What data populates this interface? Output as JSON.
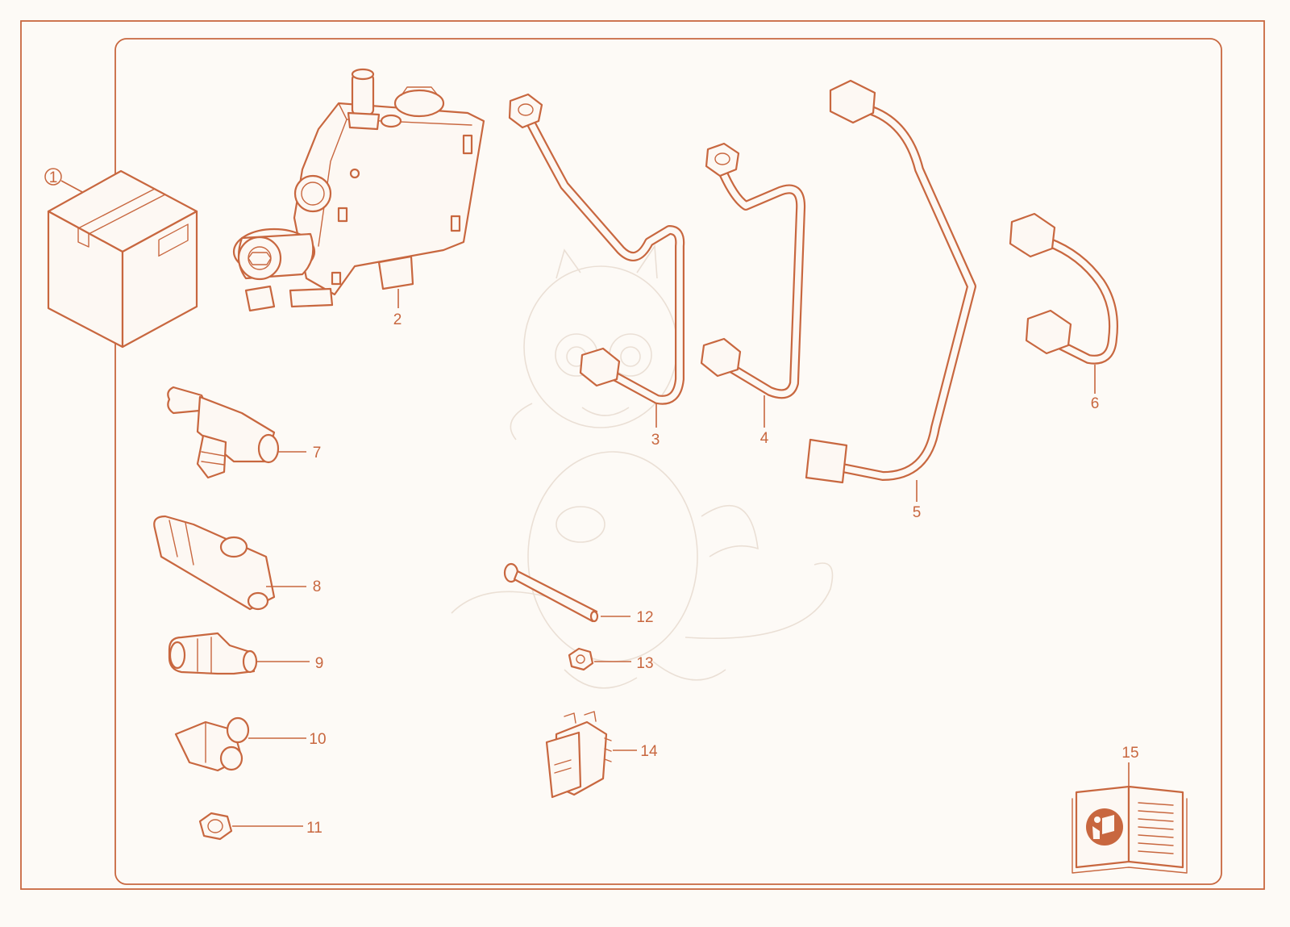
{
  "accent_color": "#c8673f",
  "background_color": "#fdfaf6",
  "callouts": {
    "c1": "1",
    "c2": "2",
    "c3": "3",
    "c4": "4",
    "c5": "5",
    "c6": "6",
    "c7": "7",
    "c8": "8",
    "c9": "9",
    "c10": "10",
    "c11": "11",
    "c12": "12",
    "c13": "13",
    "c14": "14",
    "c15": "15"
  },
  "icons": {
    "box": "cardboard-box-icon",
    "manual": "read-manual-icon",
    "watermark": "dragon-watermark"
  }
}
